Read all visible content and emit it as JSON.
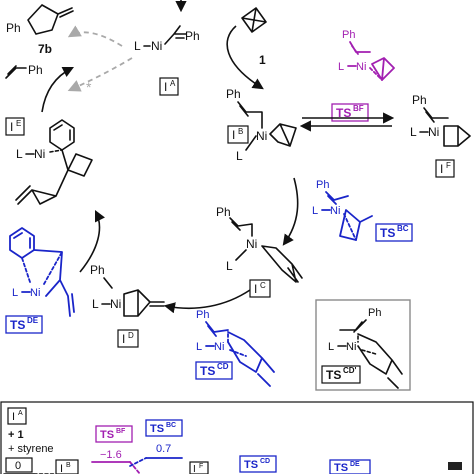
{
  "scheme": {
    "compound_7b": "7b",
    "compound_1": "1",
    "styrene_label": "Ph",
    "ph": "Ph",
    "l": "L",
    "ni": "Ni",
    "asterisk": "*",
    "labels": {
      "IA": {
        "main": "I",
        "sup": "A"
      },
      "IB": {
        "main": "I",
        "sup": "B"
      },
      "IC": {
        "main": "I",
        "sup": "C"
      },
      "ID": {
        "main": "I",
        "sup": "D"
      },
      "IE": {
        "main": "I",
        "sup": "E"
      },
      "IF": {
        "main": "I",
        "sup": "F"
      }
    },
    "ts_labels": {
      "TSBF": {
        "main": "TS",
        "sup": "BF"
      },
      "TSBC": {
        "main": "TS",
        "sup": "BC"
      },
      "TSCD": {
        "main": "TS",
        "sup": "CD"
      },
      "TSCDp": {
        "main": "TS",
        "sup": "CD'"
      },
      "TSDE": {
        "main": "TS",
        "sup": "DE"
      }
    },
    "colors": {
      "blue": "#1a25c9",
      "purple": "#a21fb1",
      "gray_arrow": "#a9a9a9"
    }
  },
  "energy_profile": {
    "start_label": {
      "main": "I",
      "sup": "A"
    },
    "start_plus_1": "+ 1",
    "start_plus_styrene": "+ styrene",
    "start_value": "0",
    "ib_label": {
      "main": "I",
      "sup": "B"
    },
    "tsbf": {
      "main": "TS",
      "sup": "BF"
    },
    "tsbf_value": "−1.6",
    "tsbc": {
      "main": "TS",
      "sup": "BC"
    },
    "tsbc_value": "0.7",
    "if_label": {
      "main": "I",
      "sup": "F"
    },
    "tscd": {
      "main": "TS",
      "sup": "CD"
    },
    "tsde": {
      "main": "TS",
      "sup": "DE"
    }
  }
}
